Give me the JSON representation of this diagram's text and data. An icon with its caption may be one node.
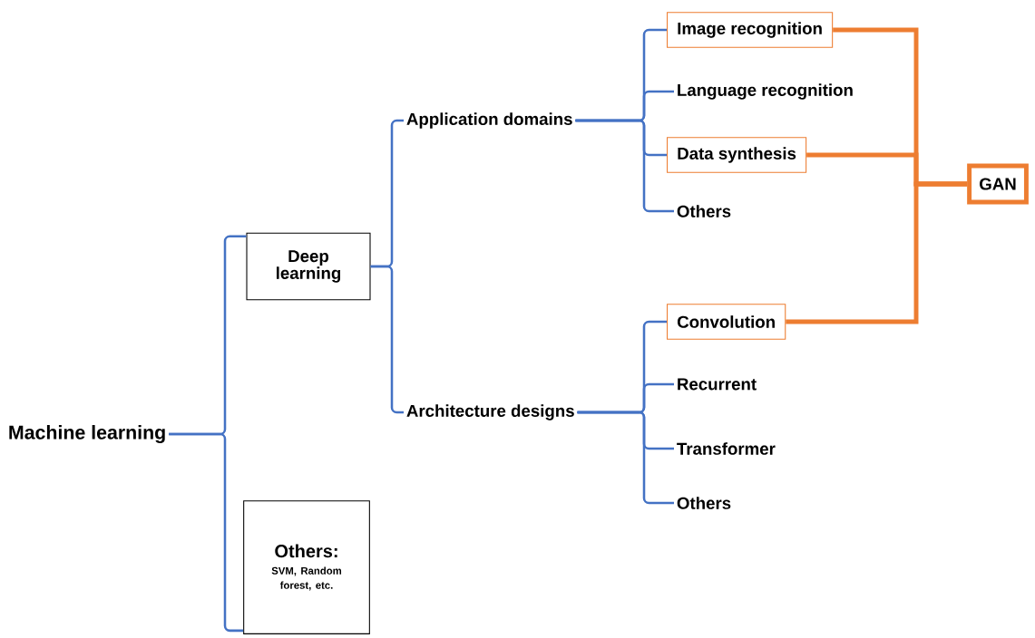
{
  "diagram": {
    "nodes": [
      {
        "text": [
          "Machine learning"
        ]
      },
      {
        "text": [
          "Deep learning"
        ]
      },
      {
        "text": [
          "Others:",
          "SVM, Random forest, etc."
        ]
      },
      {
        "text": [
          "Application domains"
        ]
      },
      {
        "text": [
          "Architecture designs"
        ]
      },
      {
        "text": [
          "Image recognition"
        ]
      },
      {
        "text": [
          "Language recognition"
        ]
      },
      {
        "text": [
          "Data synthesis"
        ]
      },
      {
        "text": [
          "Others"
        ]
      },
      {
        "text": [
          "Convolution"
        ]
      },
      {
        "text": [
          "Recurrent"
        ]
      },
      {
        "text": [
          "Transformer"
        ]
      },
      {
        "text": [
          "Others"
        ]
      },
      {
        "text": [
          "GAN"
        ]
      }
    ],
    "edges": [
      {
        "from": 0,
        "to": 1,
        "arrow": "none"
      },
      {
        "from": 0,
        "to": 2,
        "arrow": "none"
      },
      {
        "from": 1,
        "to": 3,
        "arrow": "none"
      },
      {
        "from": 1,
        "to": 4,
        "arrow": "none"
      },
      {
        "from": 3,
        "to": 5,
        "arrow": "none"
      },
      {
        "from": 3,
        "to": 6,
        "arrow": "none"
      },
      {
        "from": 3,
        "to": 7,
        "arrow": "none"
      },
      {
        "from": 3,
        "to": 8,
        "arrow": "none"
      },
      {
        "from": 4,
        "to": 9,
        "arrow": "none"
      },
      {
        "from": 4,
        "to": 10,
        "arrow": "none"
      },
      {
        "from": 4,
        "to": 11,
        "arrow": "none"
      },
      {
        "from": 4,
        "to": 12,
        "arrow": "none"
      },
      {
        "from": 5,
        "to": 13,
        "arrow": "none",
        "style": "thick",
        "color": "#ed7d31"
      },
      {
        "from": 7,
        "to": 13,
        "arrow": "none",
        "style": "thick",
        "color": "#ed7d31"
      },
      {
        "from": 9,
        "to": 13,
        "arrow": "none",
        "style": "thick",
        "color": "#ed7d31"
      }
    ]
  }
}
